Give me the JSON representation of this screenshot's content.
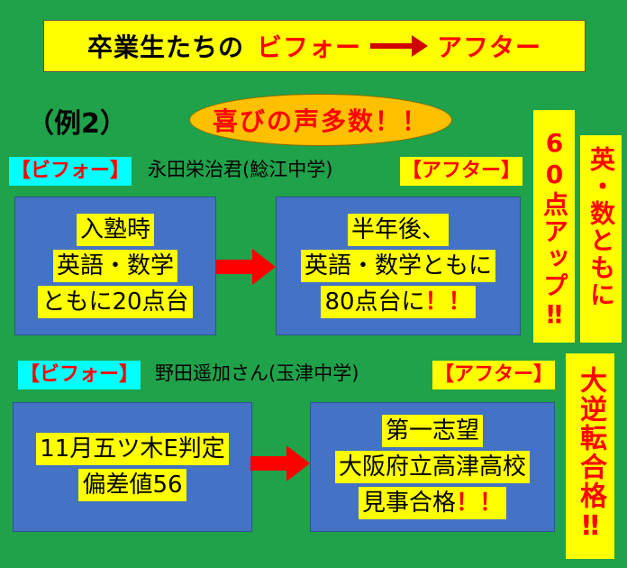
{
  "title": {
    "part1": "卒業生たちの",
    "part2": "ビフォー",
    "part3": "アフター"
  },
  "example_label": "（例2）",
  "joy_text": "喜びの声多数！！",
  "student1": {
    "before_tag": "【ビフォー】",
    "name": "永田栄治君(鯰江中学)",
    "after_tag": "【アフター】",
    "before_lines": [
      "入塾時",
      "英語・数学",
      "ともに20点台"
    ],
    "after_lines": [
      "半年後、",
      "英語・数学ともに"
    ],
    "after_line3_main": "80点台に",
    "after_line3_emph": "！！",
    "side1": "60点アップ‼",
    "side2": "英・数ともに"
  },
  "student2": {
    "before_tag": "【ビフォー】",
    "name": "野田遥加さん(玉津中学)",
    "after_tag": "【アフター】",
    "before_lines": [
      "11月五ツ木E判定",
      "偏差値56"
    ],
    "after_lines": [
      "第一志望",
      "大阪府立高津高校"
    ],
    "after_line3_main": "見事合格",
    "after_line3_emph": "！！",
    "side": "大逆転合格‼"
  },
  "colors": {
    "background": "#1fa24a",
    "banner_yellow": "#ffff00",
    "tag_cyan": "#00ffff",
    "accent_red": "#ff0000",
    "box_blue": "#4472c4",
    "oval_orange": "#ffc000"
  }
}
